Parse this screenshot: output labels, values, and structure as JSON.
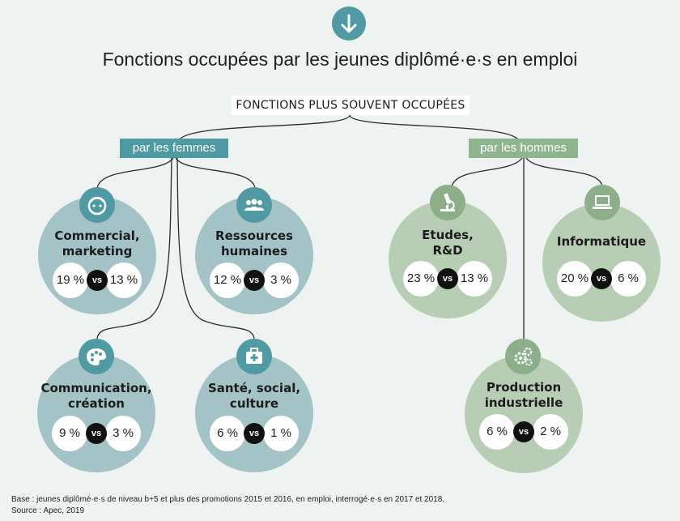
{
  "title": "Fonctions occupées par les jeunes diplômé·e·s en emploi",
  "top_label": "FONCTIONS PLUS SOUVENT OCCUPÉES",
  "branches": {
    "femmes": "par les femmes",
    "hommes": "par les hommes"
  },
  "vs_label": "vs",
  "functions": [
    {
      "name": "Commercial, marketing",
      "lines": [
        "Commercial,",
        "marketing"
      ],
      "femmes": "19 %",
      "hommes": "13 %",
      "icon": "face-icon",
      "branch": "femmes"
    },
    {
      "name": "Ressources humaines",
      "lines": [
        "Ressources",
        "humaines"
      ],
      "femmes": "12 %",
      "hommes": "3 %",
      "icon": "people-icon",
      "branch": "femmes"
    },
    {
      "name": "Communication, création",
      "lines": [
        "Communication,",
        "création"
      ],
      "femmes": "9 %",
      "hommes": "3 %",
      "icon": "palette-icon",
      "branch": "femmes"
    },
    {
      "name": "Santé, social, culture",
      "lines": [
        "Santé, social,",
        "culture"
      ],
      "femmes": "6 %",
      "hommes": "1 %",
      "icon": "medical-kit-icon",
      "branch": "femmes"
    },
    {
      "name": "Etudes, R&D",
      "lines": [
        "Etudes,",
        "R&D"
      ],
      "femmes": "23 %",
      "hommes": "13 %",
      "icon": "microscope-icon",
      "branch": "hommes"
    },
    {
      "name": "Informatique",
      "lines": [
        "Informatique"
      ],
      "femmes": "20 %",
      "hommes": "6 %",
      "icon": "laptop-icon",
      "branch": "hommes"
    },
    {
      "name": "Production industrielle",
      "lines": [
        "Production",
        "industrielle"
      ],
      "femmes": "6 %",
      "hommes": "2 %",
      "icon": "gears-icon",
      "branch": "hommes"
    }
  ],
  "footnote": {
    "base": "Base : jeunes diplômé·e·s de niveau b+5 et plus des promotions 2015 et 2016, en emploi, interrogé·e·s en 2017 et 2018.",
    "source": "Source : Apec, 2019"
  },
  "colors": {
    "teal": "#4f9aa3",
    "teal_light": "#a3c3c7",
    "green": "#8cae89",
    "green_light": "#b7cdb4"
  }
}
